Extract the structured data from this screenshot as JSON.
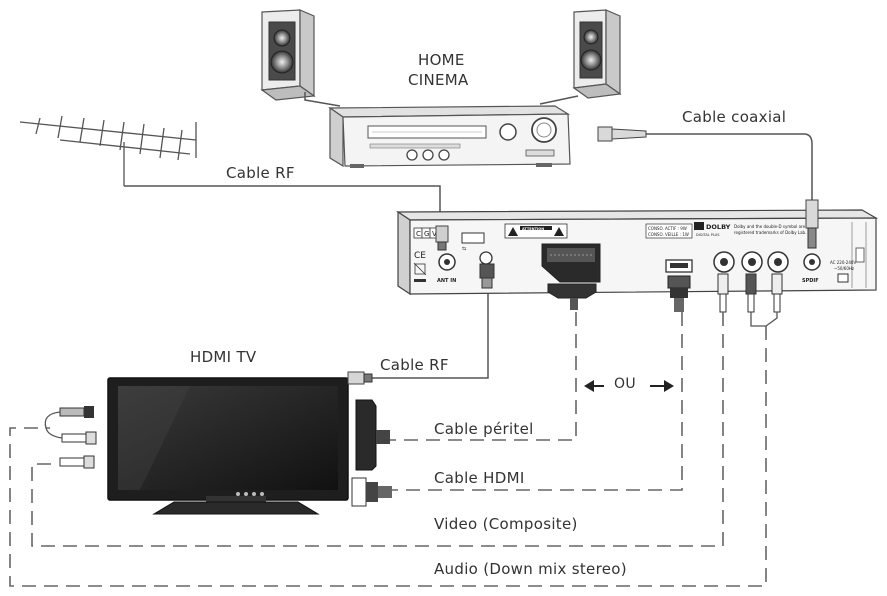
{
  "labels": {
    "home_cinema_line1": "HOME",
    "home_cinema_line2": "CINEMA",
    "cable_coaxial": "Cable coaxial",
    "cable_rf_top": "Cable RF",
    "hdmi_tv": "HDMI TV",
    "cable_rf_bottom": "Cable RF",
    "ou": "OU",
    "cable_peritel": "Cable péritel",
    "cable_hdmi": "Cable HDMI",
    "video_composite": "Video (Composite)",
    "audio_down_mix": "Audio (Down mix stereo)"
  },
  "receiver_panel": {
    "ant_in": "ANT IN",
    "spdif": "SPDIF",
    "attention": "ATTENTION",
    "conso_actif": "CONSO. ACTIF : 9W",
    "conso_veille": "CONSO. VEILLE : 1W",
    "dolby": "DOLBY",
    "digital_plus": "DIGITAL PLUS",
    "dolby_trademark_1": "Dolby and the double-D symbol are",
    "dolby_trademark_2": "registered trademarks of Dolby Lab.",
    "power_1": "AC 220-240V",
    "power_2": "~50/60Hz",
    "cgv": [
      "C",
      "G",
      "V"
    ],
    "ce": "CE"
  },
  "colors": {
    "line": "#555555",
    "device_fill": "#f2f2f2",
    "screen_fill": "#2b2b2b",
    "speaker_fill": "#dcdcdc"
  }
}
